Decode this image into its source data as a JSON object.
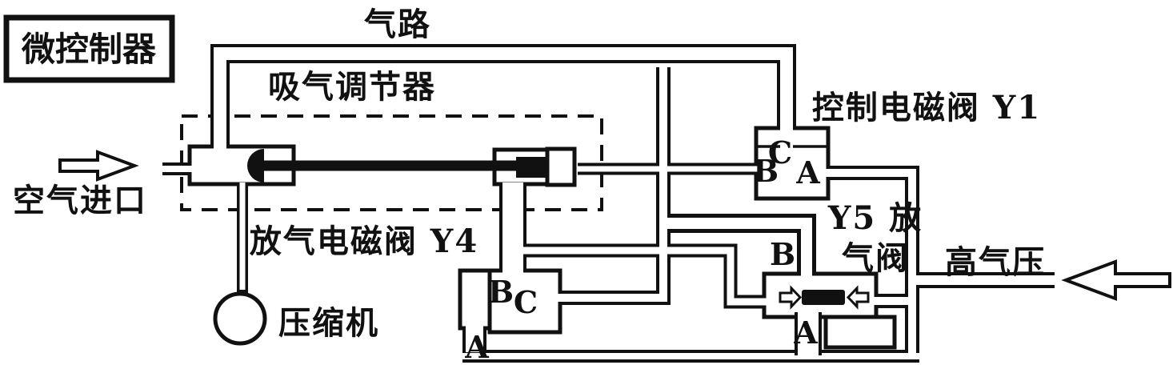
{
  "labels": {
    "microcontroller": "微控制器",
    "gas_line": "气路",
    "suction_regulator": "吸气调节器",
    "control_valve_y1": "控制电磁阀 Y1",
    "air_inlet": "空气进口",
    "release_valve_y4": "放气电磁阀 Y4",
    "compressor": "压缩机",
    "y5_valve_line1": "Y5 放",
    "y5_valve_line2": "气阀",
    "high_pressure": "高气压"
  },
  "ports": {
    "y1": {
      "c": "C",
      "b": "B",
      "a": "A"
    },
    "y4": {
      "b": "B",
      "c": "C",
      "a": "A"
    },
    "y5": {
      "b": "B",
      "a": "A"
    }
  },
  "icons": {
    "air_inlet_arrow": "hollow arrow pointing right",
    "high_pressure_arrow": "hollow arrow pointing left",
    "spool_arrows": "two small hollow arrows pointing at valve spool"
  },
  "colors": {
    "line": "#111111",
    "background": "#ffffff"
  }
}
